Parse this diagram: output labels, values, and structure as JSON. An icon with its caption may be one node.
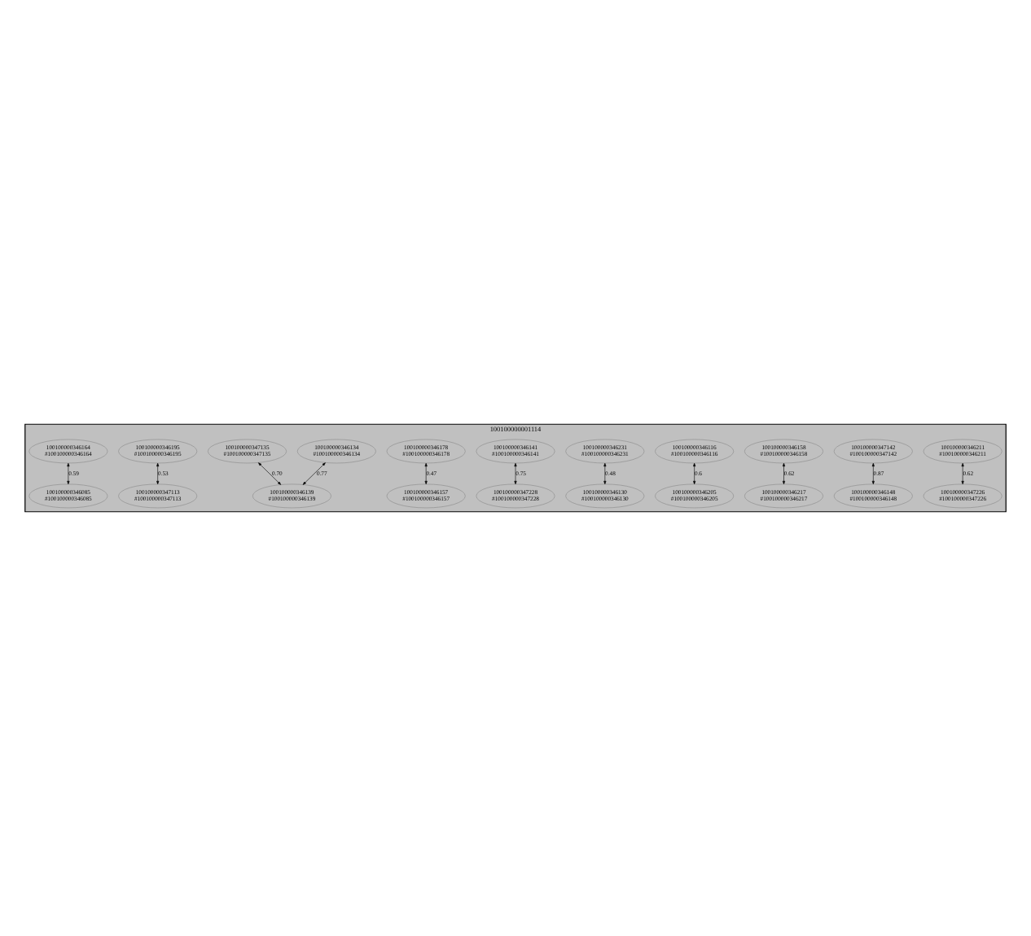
{
  "diagram": {
    "nodes": [
      {
        "text": [
          "100100000001114"
        ]
      },
      {
        "text": [
          "100100000346085",
          "#100100000346085"
        ],
        "in": 0
      },
      {
        "text": [
          "100100000346211",
          "#100100000346211"
        ],
        "in": 0
      },
      {
        "text": [
          "100100000347142",
          "#100100000347142"
        ],
        "in": 0
      },
      {
        "text": [
          "100100000346158",
          "#100100000346158"
        ],
        "in": 0
      },
      {
        "text": [
          "100100000347228",
          "#100100000347228"
        ],
        "in": 0
      },
      {
        "text": [
          "100100000346116",
          "#100100000346116"
        ],
        "in": 0
      },
      {
        "text": [
          "100100000346231",
          "#100100000346231"
        ],
        "in": 0
      },
      {
        "text": [
          "100100000346141",
          "#100100000346141"
        ],
        "in": 0
      },
      {
        "text": [
          "100100000346139",
          "#100100000346139"
        ],
        "in": 0
      },
      {
        "text": [
          "100100000346148",
          "#100100000346148"
        ],
        "in": 0
      },
      {
        "text": [
          "100100000346134",
          "#100100000346134"
        ],
        "in": 0
      },
      {
        "text": [
          "100100000346130",
          "#100100000346130"
        ],
        "in": 0
      },
      {
        "text": [
          "100100000346178",
          "#100100000346178"
        ],
        "in": 0
      },
      {
        "text": [
          "100100000347135",
          "#100100000347135"
        ],
        "in": 0
      },
      {
        "text": [
          "100100000346157",
          "#100100000346157"
        ],
        "in": 0
      },
      {
        "text": [
          "100100000346195",
          "#100100000346195"
        ],
        "in": 0
      },
      {
        "text": [
          "100100000346217",
          "#100100000346217"
        ],
        "in": 0
      },
      {
        "text": [
          "100100000346205",
          "#100100000346205"
        ],
        "in": 0
      },
      {
        "text": [
          "100100000346164",
          "#100100000346164"
        ],
        "in": 0
      },
      {
        "text": [
          "100100000347113",
          "#100100000347113"
        ],
        "in": 0
      },
      {
        "text": [
          "100100000347226",
          "#100100000347226"
        ],
        "in": 0
      }
    ],
    "edges": [
      {
        "from": 19,
        "to": 1,
        "arrow": "both",
        "label": "0.59"
      },
      {
        "from": 3,
        "to": 10,
        "arrow": "both",
        "label": "0.87"
      },
      {
        "from": 8,
        "to": 5,
        "arrow": "both",
        "label": "0.75"
      },
      {
        "from": 4,
        "to": 17,
        "arrow": "both",
        "label": "0.62"
      },
      {
        "from": 6,
        "to": 18,
        "arrow": "both",
        "label": "0.6"
      },
      {
        "from": 2,
        "to": 21,
        "arrow": "both",
        "label": "0.62"
      },
      {
        "from": 7,
        "to": 12,
        "arrow": "both",
        "label": "0.48"
      },
      {
        "from": 11,
        "to": 9,
        "arrow": "both",
        "label": "0.77"
      },
      {
        "from": 14,
        "to": 9,
        "arrow": "both",
        "label": "0.70"
      },
      {
        "from": 13,
        "to": 15,
        "arrow": "both",
        "label": "0.47"
      },
      {
        "from": 16,
        "to": 20,
        "arrow": "both",
        "label": "0.53"
      }
    ]
  }
}
